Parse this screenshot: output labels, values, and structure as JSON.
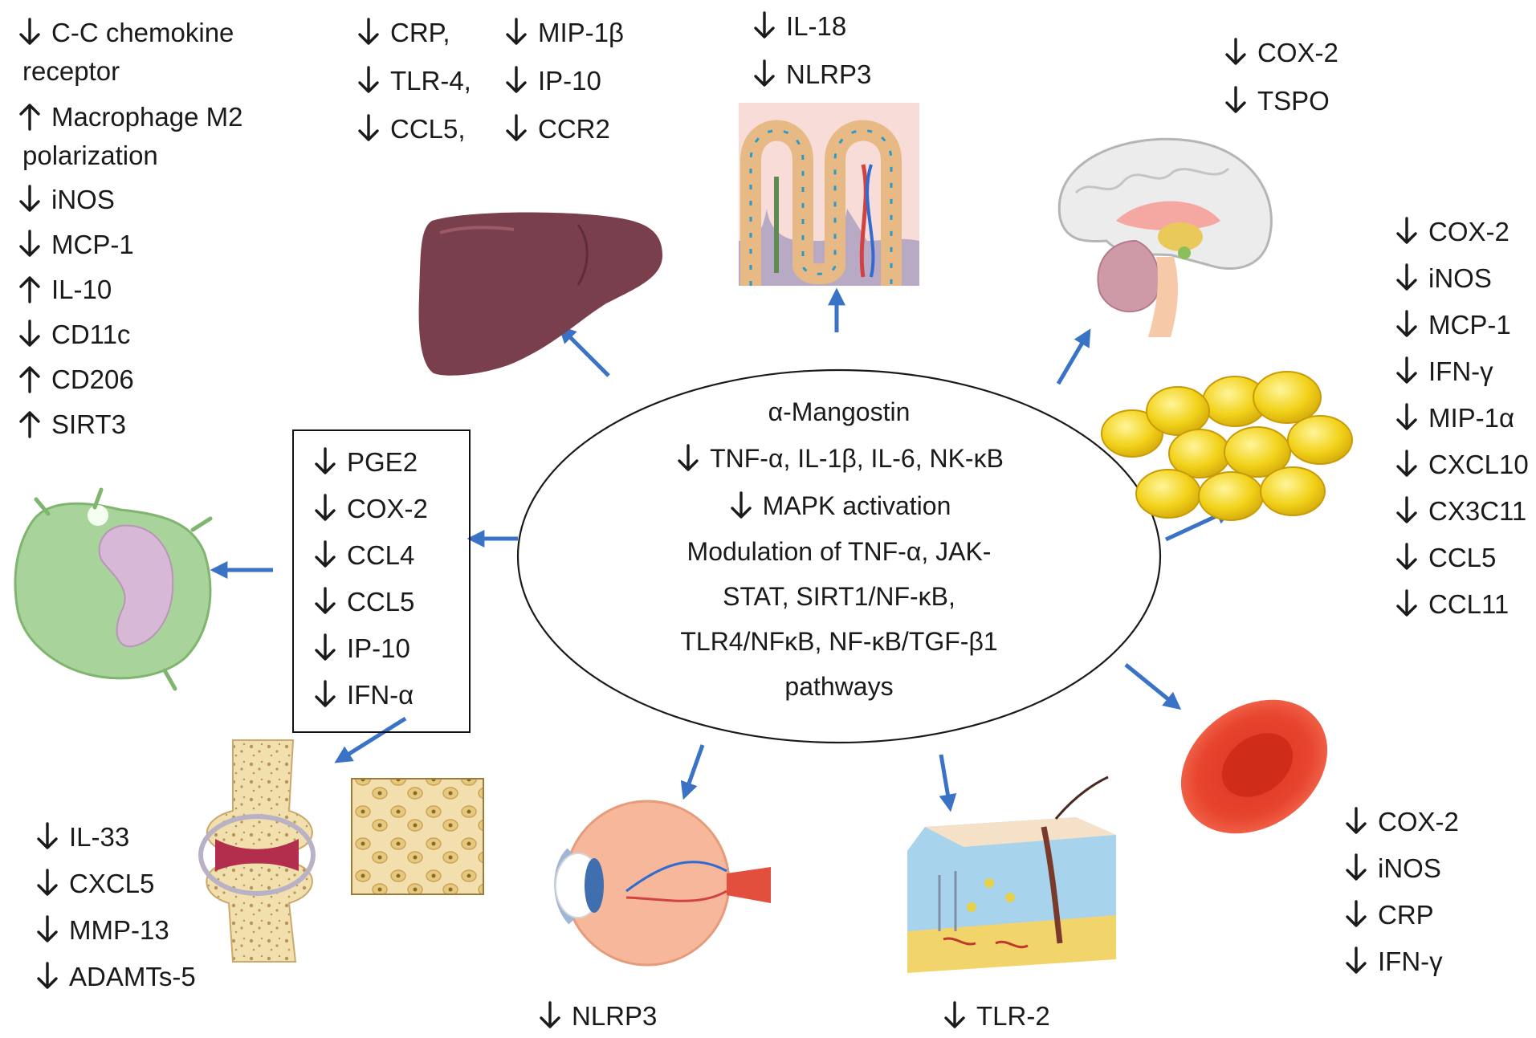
{
  "center": {
    "title": "α-Mangostin",
    "line_decrease": "TNF-α, IL-1β, IL-6, NK-κB",
    "line_mapk": "MAPK activation",
    "modulation_1": "Modulation of TNF-α, JAK-",
    "modulation_2": "STAT, SIRT1/NF-κB,",
    "modulation_3": "TLR4/NFκB, NF-κB/TGF-β1",
    "modulation_4": "pathways"
  },
  "macrophage_box": [
    "PGE2",
    "COX-2",
    "CCL4",
    "CCL5",
    "IP-10",
    "IFN-α"
  ],
  "top_left": {
    "chemokine_1": "C-C chemokine",
    "chemokine_2": "receptor",
    "macro_1": "Macrophage M2",
    "macro_2": "polarization",
    "items": [
      {
        "dir": "down",
        "label": "iNOS"
      },
      {
        "dir": "down",
        "label": "MCP-1"
      },
      {
        "dir": "up",
        "label": "IL-10"
      },
      {
        "dir": "down",
        "label": "CD11c"
      },
      {
        "dir": "up",
        "label": "CD206"
      },
      {
        "dir": "up",
        "label": "SIRT3"
      }
    ]
  },
  "liver": {
    "row1": [
      "CRP,",
      "MIP-1β"
    ],
    "row2": [
      "TLR-4,",
      "IP-10"
    ],
    "row3": [
      "CCL5,",
      "CCR2"
    ]
  },
  "intestine": [
    "IL-18",
    "NLRP3"
  ],
  "brain": [
    "COX-2",
    "TSPO"
  ],
  "adipose": [
    "COX-2",
    "iNOS",
    "MCP-1",
    "IFN-γ",
    "MIP-1α",
    "CXCL10",
    "CX3C11",
    "CCL5",
    "CCL11"
  ],
  "blood": [
    "COX-2",
    "iNOS",
    "CRP",
    "IFN-γ"
  ],
  "joint": [
    "IL-33",
    "CXCL5",
    "MMP-13",
    "ADAMTs-5"
  ],
  "eye": "NLRP3",
  "skin": "TLR-2",
  "colors": {
    "arrow_blue": "#3a72c6",
    "liver": "#7a3f4c",
    "fat": "#f2d21a",
    "rbc": "#e8452f",
    "macrophage": "#a8d49b"
  }
}
